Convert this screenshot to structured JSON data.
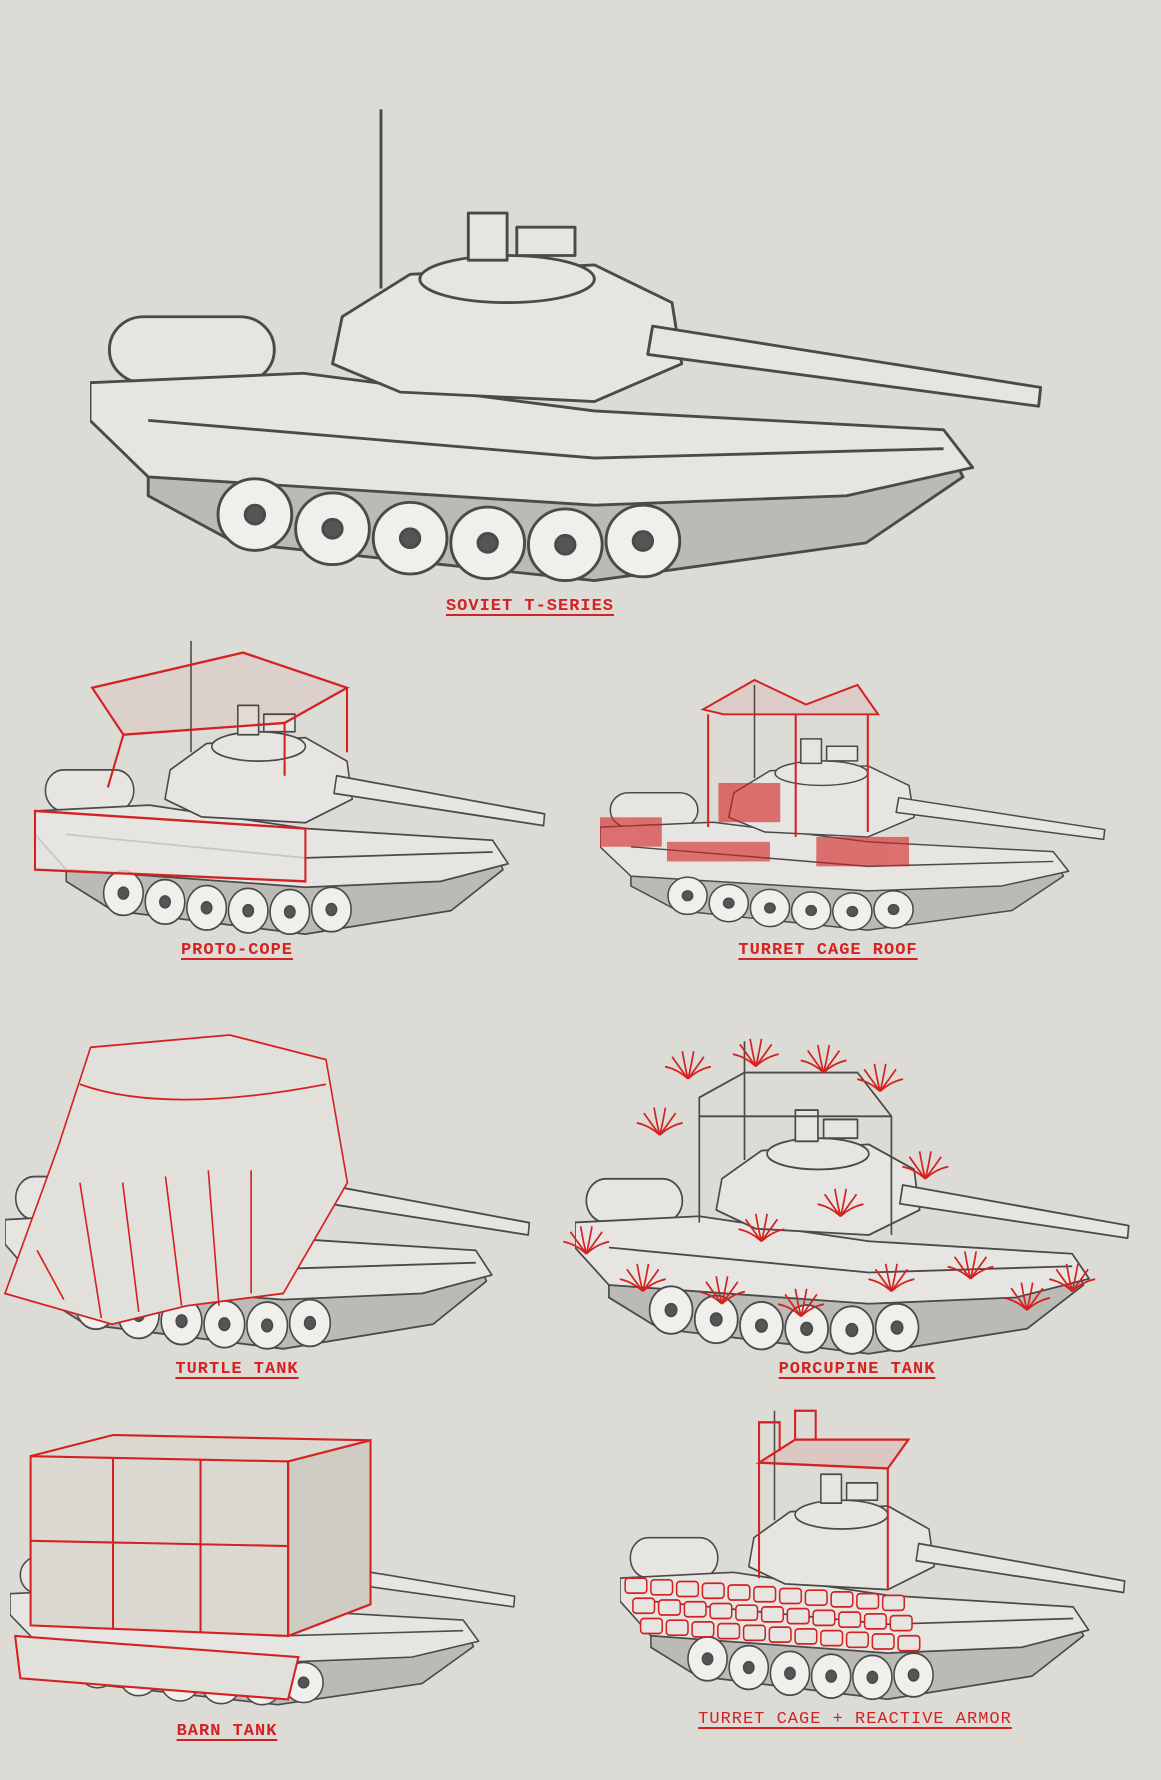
{
  "colors": {
    "background": "#dddbd5",
    "accent": "#d42222",
    "ink": "#4a4a4a",
    "fill": "#e6e5e1"
  },
  "figures": [
    {
      "id": "soviet",
      "label": "SOVIET T-SERIES",
      "addon": "none"
    },
    {
      "id": "proto",
      "label": "PROTO-COPE",
      "addon": "proto-cope"
    },
    {
      "id": "roof",
      "label": "TURRET CAGE ROOF",
      "addon": "cage-roof"
    },
    {
      "id": "turtle",
      "label": "TURTLE TANK",
      "addon": "turtle"
    },
    {
      "id": "porcupine",
      "label": "PORCUPINE TANK",
      "addon": "porcupine"
    },
    {
      "id": "barn",
      "label": "BARN TANK",
      "addon": "barn"
    },
    {
      "id": "cagera",
      "label": "TURRET CAGE + REACTIVE ARMOR",
      "addon": "cage-reactive"
    }
  ]
}
